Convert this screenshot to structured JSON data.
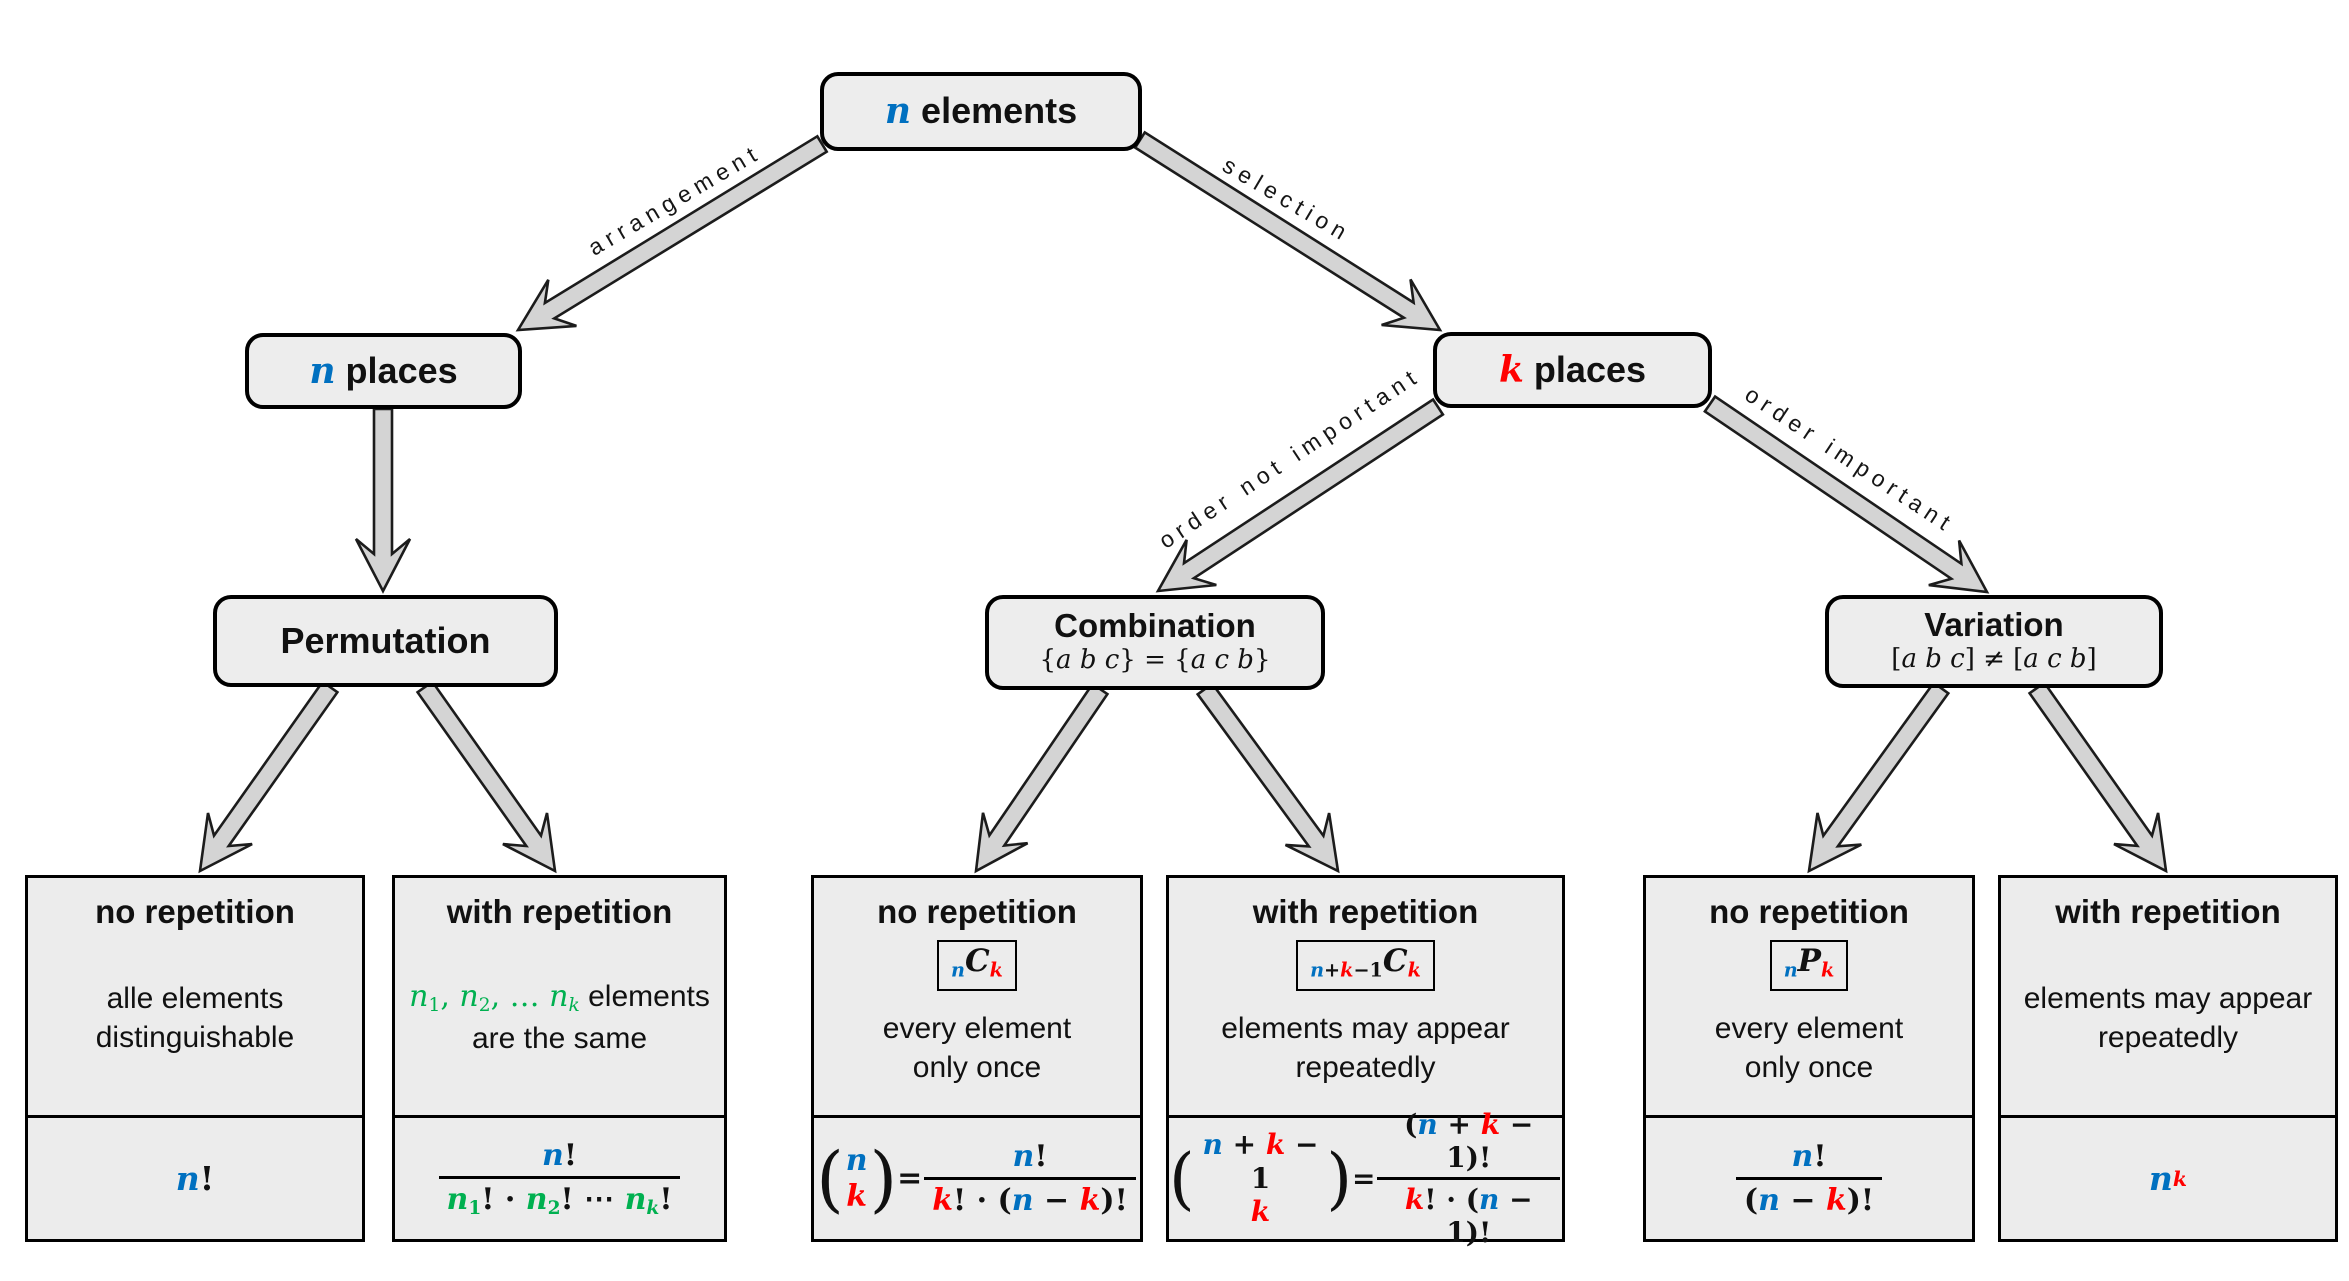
{
  "palette": {
    "blue": "#0070C0",
    "red": "#FF0000",
    "green": "#00B050",
    "node_fill": "#ededed",
    "arrow_fill": "#d4d4d4",
    "border": "#111111"
  },
  "edges": {
    "arrangement": "arrangement",
    "selection": "selection",
    "order_not_important": "order not important",
    "order_important": "order important"
  },
  "nodes": {
    "root": {
      "title": [
        {
          "t": "n",
          "c": "blue",
          "i": 1,
          "b": 1
        },
        {
          "t": " elements"
        }
      ]
    },
    "n_places": {
      "title": [
        {
          "t": "n",
          "c": "blue",
          "i": 1,
          "b": 1
        },
        {
          "t": " places"
        }
      ]
    },
    "k_places": {
      "title": [
        {
          "t": "k",
          "c": "red",
          "i": 1,
          "b": 1
        },
        {
          "t": " places"
        }
      ]
    },
    "permutation": {
      "title": [
        {
          "t": "Permutation"
        }
      ]
    },
    "combination": {
      "title": [
        {
          "t": "Combination"
        }
      ],
      "subtitle": [
        {
          "t": "{"
        },
        {
          "t": "a b c",
          "i": 1
        },
        {
          "t": "} = {"
        },
        {
          "t": "a c b",
          "i": 1
        },
        {
          "t": "}"
        }
      ]
    },
    "variation": {
      "title": [
        {
          "t": "Variation"
        }
      ],
      "subtitle": [
        {
          "t": "["
        },
        {
          "t": "a b c",
          "i": 1
        },
        {
          "t": "] ≠ ["
        },
        {
          "t": "a c b",
          "i": 1
        },
        {
          "t": "]"
        }
      ]
    }
  },
  "cards": [
    {
      "id": "permutation-no-repetition",
      "heading": "no repetition",
      "description": [
        [
          {
            "t": "alle elements"
          }
        ],
        [
          {
            "t": "distinguishable"
          }
        ]
      ],
      "formula": [
        {
          "t": "n",
          "c": "blue",
          "i": 1,
          "b": 1
        },
        {
          "t": "!",
          "b": 1
        }
      ]
    },
    {
      "id": "permutation-with-repetition",
      "heading": "with repetition",
      "description": [
        [
          {
            "t": "n",
            "c": "green",
            "i": 1
          },
          {
            "t": "1",
            "c": "green",
            "sub": 1,
            "s": 1
          },
          {
            "t": ", ",
            "c": "green",
            "s": 1
          },
          {
            "t": "n",
            "c": "green",
            "i": 1
          },
          {
            "t": "2",
            "c": "green",
            "sub": 1,
            "s": 1
          },
          {
            "t": ", … ",
            "c": "green",
            "s": 1
          },
          {
            "t": "n",
            "c": "green",
            "i": 1
          },
          {
            "t": "k",
            "c": "green",
            "sub": 1,
            "i": 1
          },
          {
            "t": " elements"
          }
        ],
        [
          {
            "t": "are the same"
          }
        ]
      ],
      "formula": [
        {
          "frac": {
            "num": [
              {
                "t": "n",
                "c": "blue",
                "i": 1,
                "b": 1
              },
              {
                "t": "!",
                "b": 1
              }
            ],
            "den": [
              {
                "t": "n",
                "c": "green",
                "i": 1,
                "b": 1
              },
              {
                "t": "1",
                "c": "green",
                "sub": 1,
                "b": 1,
                "s": 1
              },
              {
                "t": "! · ",
                "b": 1
              },
              {
                "t": "n",
                "c": "green",
                "i": 1,
                "b": 1
              },
              {
                "t": "2",
                "c": "green",
                "sub": 1,
                "b": 1,
                "s": 1
              },
              {
                "t": "! ⋯ ",
                "b": 1
              },
              {
                "t": "n",
                "c": "green",
                "i": 1,
                "b": 1
              },
              {
                "t": "k",
                "c": "green",
                "sub": 1,
                "i": 1,
                "b": 1
              },
              {
                "t": "!",
                "b": 1
              }
            ]
          }
        }
      ]
    },
    {
      "id": "combination-no-repetition",
      "heading": "no repetition",
      "notation": [
        {
          "t": "n",
          "c": "blue",
          "sub": 1,
          "i": 1,
          "b": 1
        },
        {
          "t": "C",
          "i": 1,
          "b": 1
        },
        {
          "t": "k",
          "c": "red",
          "sub": 1,
          "i": 1,
          "b": 1
        }
      ],
      "description": [
        [
          {
            "t": "every element"
          }
        ],
        [
          {
            "t": "only once"
          }
        ]
      ],
      "formula": [
        {
          "binom": {
            "top": [
              {
                "t": "n",
                "c": "blue",
                "i": 1,
                "b": 1
              }
            ],
            "bot": [
              {
                "t": "k",
                "c": "red",
                "i": 1,
                "b": 1
              }
            ]
          }
        },
        {
          "t": " = ",
          "b": 1
        },
        {
          "frac": {
            "num": [
              {
                "t": "n",
                "c": "blue",
                "i": 1,
                "b": 1
              },
              {
                "t": "!",
                "b": 1
              }
            ],
            "den": [
              {
                "t": "k",
                "c": "red",
                "i": 1,
                "b": 1
              },
              {
                "t": "! · (",
                "b": 1
              },
              {
                "t": "n",
                "c": "blue",
                "i": 1,
                "b": 1
              },
              {
                "t": " − ",
                "b": 1
              },
              {
                "t": "k",
                "c": "red",
                "i": 1,
                "b": 1
              },
              {
                "t": ")!",
                "b": 1
              }
            ]
          }
        }
      ]
    },
    {
      "id": "combination-with-repetition",
      "heading": "with repetition",
      "notation": [
        {
          "t": "n",
          "c": "blue",
          "sub": 1,
          "i": 1,
          "b": 1
        },
        {
          "t": "+",
          "sub": 1,
          "b": 1
        },
        {
          "t": "k",
          "c": "red",
          "sub": 1,
          "i": 1,
          "b": 1
        },
        {
          "t": "−1",
          "sub": 1,
          "b": 1
        },
        {
          "t": "C",
          "i": 1,
          "b": 1
        },
        {
          "t": "k",
          "c": "red",
          "sub": 1,
          "i": 1,
          "b": 1
        }
      ],
      "description": [
        [
          {
            "t": "elements may appear"
          }
        ],
        [
          {
            "t": "repeatedly"
          }
        ]
      ],
      "formula": [
        {
          "binom": {
            "top": [
              {
                "t": "n",
                "c": "blue",
                "i": 1,
                "b": 1
              },
              {
                "t": " + ",
                "b": 1
              },
              {
                "t": "k",
                "c": "red",
                "i": 1,
                "b": 1
              },
              {
                "t": " − 1",
                "b": 1
              }
            ],
            "bot": [
              {
                "t": "k",
                "c": "red",
                "i": 1,
                "b": 1
              }
            ]
          }
        },
        {
          "t": " = ",
          "b": 1
        },
        {
          "frac": {
            "num": [
              {
                "t": "(",
                "b": 1
              },
              {
                "t": "n",
                "c": "blue",
                "i": 1,
                "b": 1
              },
              {
                "t": " + ",
                "b": 1
              },
              {
                "t": "k",
                "c": "red",
                "i": 1,
                "b": 1
              },
              {
                "t": " − 1)!",
                "b": 1
              }
            ],
            "den": [
              {
                "t": "k",
                "c": "red",
                "i": 1,
                "b": 1
              },
              {
                "t": "! · (",
                "b": 1
              },
              {
                "t": "n",
                "c": "blue",
                "i": 1,
                "b": 1
              },
              {
                "t": " − 1)!",
                "b": 1
              }
            ]
          }
        }
      ]
    },
    {
      "id": "variation-no-repetition",
      "heading": "no repetition",
      "notation": [
        {
          "t": "n",
          "c": "blue",
          "sub": 1,
          "i": 1,
          "b": 1
        },
        {
          "t": "P",
          "i": 1,
          "b": 1
        },
        {
          "t": "k",
          "c": "red",
          "sub": 1,
          "i": 1,
          "b": 1
        }
      ],
      "description": [
        [
          {
            "t": "every element"
          }
        ],
        [
          {
            "t": "only once"
          }
        ]
      ],
      "formula": [
        {
          "frac": {
            "num": [
              {
                "t": "n",
                "c": "blue",
                "i": 1,
                "b": 1
              },
              {
                "t": "!",
                "b": 1
              }
            ],
            "den": [
              {
                "t": "(",
                "b": 1
              },
              {
                "t": "n",
                "c": "blue",
                "i": 1,
                "b": 1
              },
              {
                "t": " − ",
                "b": 1
              },
              {
                "t": "k",
                "c": "red",
                "i": 1,
                "b": 1
              },
              {
                "t": ")!",
                "b": 1
              }
            ]
          }
        }
      ]
    },
    {
      "id": "variation-with-repetition",
      "heading": "with repetition",
      "description": [
        [
          {
            "t": "elements may appear"
          }
        ],
        [
          {
            "t": "repeatedly"
          }
        ]
      ],
      "formula": [
        {
          "t": "n",
          "c": "blue",
          "i": 1,
          "b": 1
        },
        {
          "t": "k",
          "c": "red",
          "sup": 1,
          "i": 1,
          "b": 1
        }
      ]
    }
  ]
}
